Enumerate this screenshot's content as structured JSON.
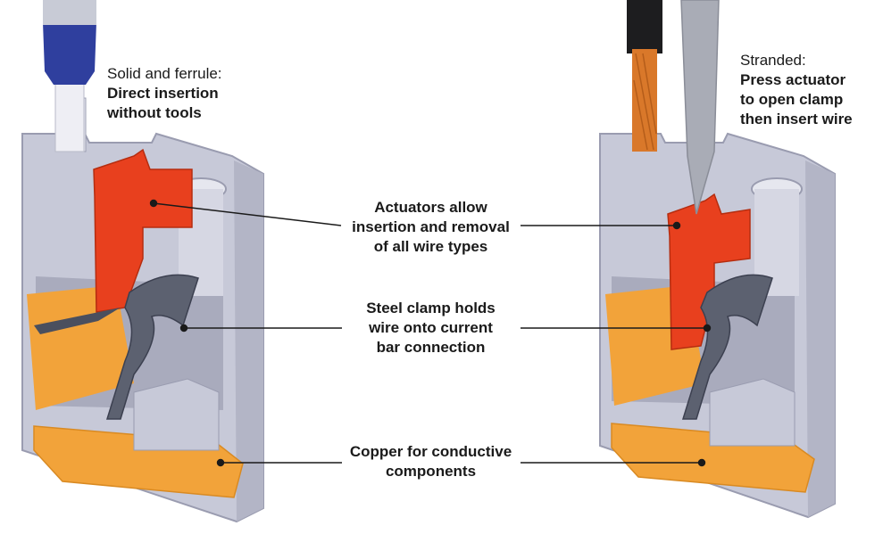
{
  "left_caption": {
    "line1": "Solid and ferrule:",
    "line2": "Direct insertion",
    "line3": "without tools"
  },
  "right_caption": {
    "line1": "Stranded:",
    "line2": "Press actuator",
    "line3": "to open clamp",
    "line4": "then insert wire"
  },
  "callouts": {
    "actuators": [
      "Actuators allow",
      "insertion and removal",
      "of all wire types"
    ],
    "clamp": [
      "Steel clamp holds",
      "wire onto current",
      "bar connection"
    ],
    "copper": [
      "Copper for conductive",
      "components"
    ]
  },
  "colors": {
    "housing": "#c7c9d8",
    "housing_dark": "#9a9cb0",
    "actuator": "#e8401e",
    "copper": "#f2a33a",
    "clamp": "#5c6170",
    "ferrule_blue": "#2f3f9e",
    "wire_orange": "#d9782a",
    "tool": "#a9acb6"
  }
}
